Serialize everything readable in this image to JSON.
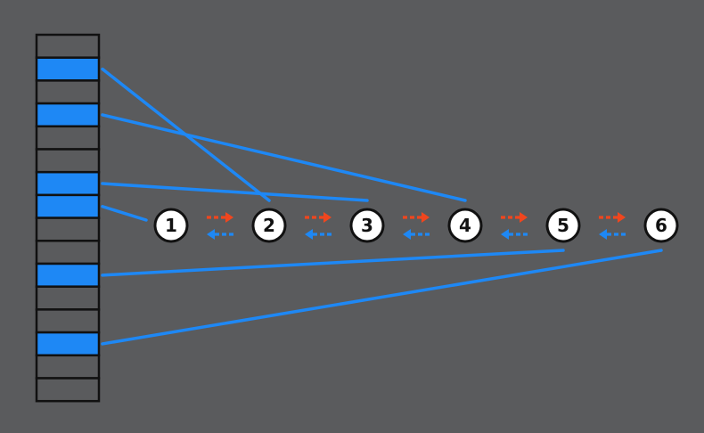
{
  "colors": {
    "background": "#5a5b5d",
    "filled_slot": "#1e88f5",
    "empty_slot": "#5a5b5d",
    "outline": "#111111",
    "link_line": "#1e88f5",
    "next_arrow": "#f0461e",
    "prev_arrow": "#1e88f5",
    "node_fill": "#ffffff",
    "node_text": "#111111"
  },
  "memory": {
    "slot_count": 16,
    "filled_slots": [
      1,
      3,
      6,
      7,
      10,
      13
    ]
  },
  "list_nodes": [
    {
      "label": "1",
      "slot": 7
    },
    {
      "label": "2",
      "slot": 1
    },
    {
      "label": "3",
      "slot": 6
    },
    {
      "label": "4",
      "slot": 3
    },
    {
      "label": "5",
      "slot": 10
    },
    {
      "label": "6",
      "slot": 13
    }
  ],
  "arrows": {
    "next_icon": "dashed-arrow-right-icon",
    "prev_icon": "dashed-arrow-left-icon"
  }
}
